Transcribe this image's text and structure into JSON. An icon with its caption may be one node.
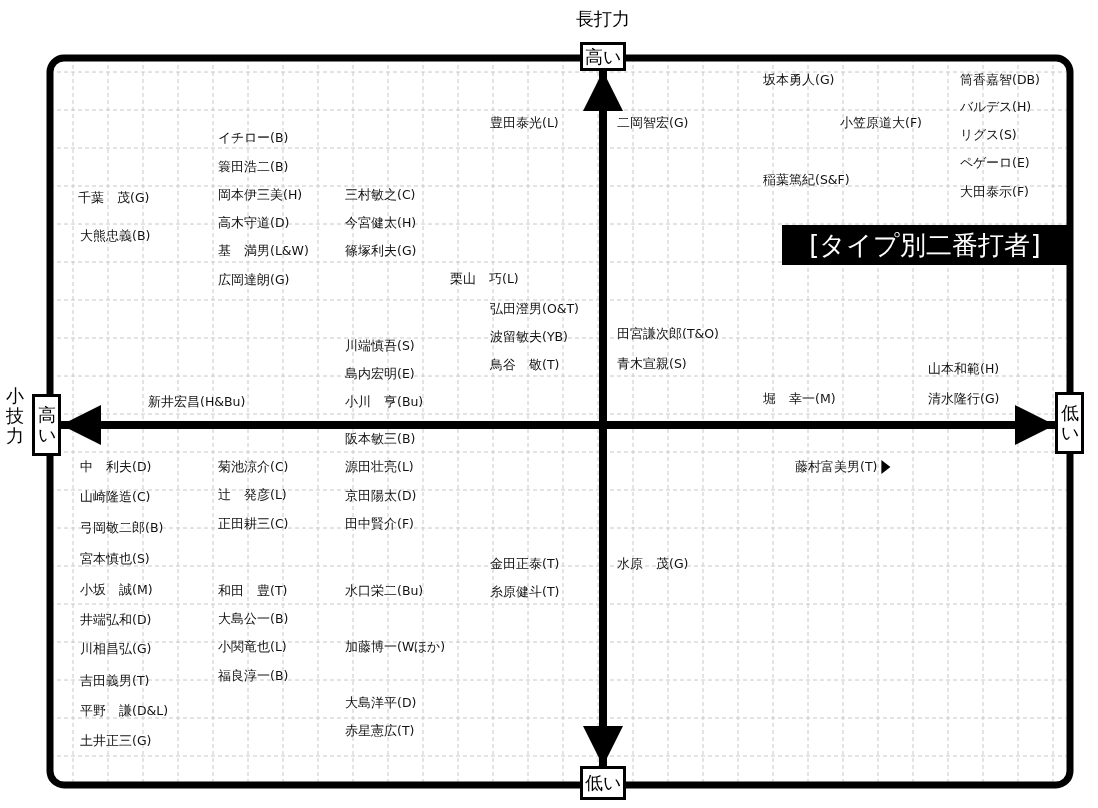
{
  "diagram": {
    "title": "[タイプ別二番打者]",
    "nodes": [
      {
        "text": [
          "高い"
        ],
        "beside": [
          "長打力"
        ]
      },
      {
        "text": [
          "低い"
        ]
      },
      {
        "text": [
          "高い"
        ],
        "beside": [
          "小技力"
        ]
      },
      {
        "text": [
          "低い"
        ]
      }
    ],
    "edges": [
      {
        "from": 1,
        "to": 0,
        "arrow": "both"
      },
      {
        "from": 2,
        "to": 3,
        "arrow": "both"
      }
    ],
    "labels": [
      "坂本勇人(G)",
      "筒香嘉智(DB)",
      "バルデス(H)",
      "リグス(S)",
      "ペゲーロ(E)",
      "大田泰示(F)",
      "豊田泰光(L)",
      "二岡智宏(G)",
      "小笠原道大(F)",
      "稲葉篤紀(S&F)",
      "イチロー(B)",
      "簑田浩二(B)",
      "千葉　茂(G)",
      "岡本伊三美(H)",
      "三村敏之(C)",
      "大熊忠義(B)",
      "高木守道(D)",
      "今宮健太(H)",
      "基　満男(L&W)",
      "篠塚利夫(G)",
      "広岡達朗(G)",
      "栗山　巧(L)",
      "弘田澄男(O&T)",
      "波留敏夫(YB)",
      "田宮謙次郎(T&O)",
      "川端慎吾(S)",
      "島内宏明(E)",
      "鳥谷　敬(T)",
      "青木宣親(S)",
      "山本和範(H)",
      "新井宏昌(H&Bu)",
      "小川　亨(Bu)",
      "堀　幸一(M)",
      "清水隆行(G)",
      "阪本敏三(B)",
      "中　利夫(D)",
      "菊池涼介(C)",
      "源田壮亮(L)",
      "藤村富美男(T)",
      "山崎隆造(C)",
      "辻　発彦(L)",
      "京田陽太(D)",
      "弓岡敬二郎(B)",
      "正田耕三(C)",
      "田中賢介(F)",
      "宮本慎也(S)",
      "金田正泰(T)",
      "水原　茂(G)",
      "小坂　誠(M)",
      "和田　豊(T)",
      "水口栄二(Bu)",
      "糸原健斗(T)",
      "井端弘和(D)",
      "大島公一(B)",
      "川相昌弘(G)",
      "小関竜也(L)",
      "加藤博一(Wほか)",
      "吉田義男(T)",
      "福良淳一(B)",
      "大島洋平(D)",
      "平野　謙(D&L)",
      "赤星憲広(T)",
      "土井正三(G)"
    ]
  }
}
